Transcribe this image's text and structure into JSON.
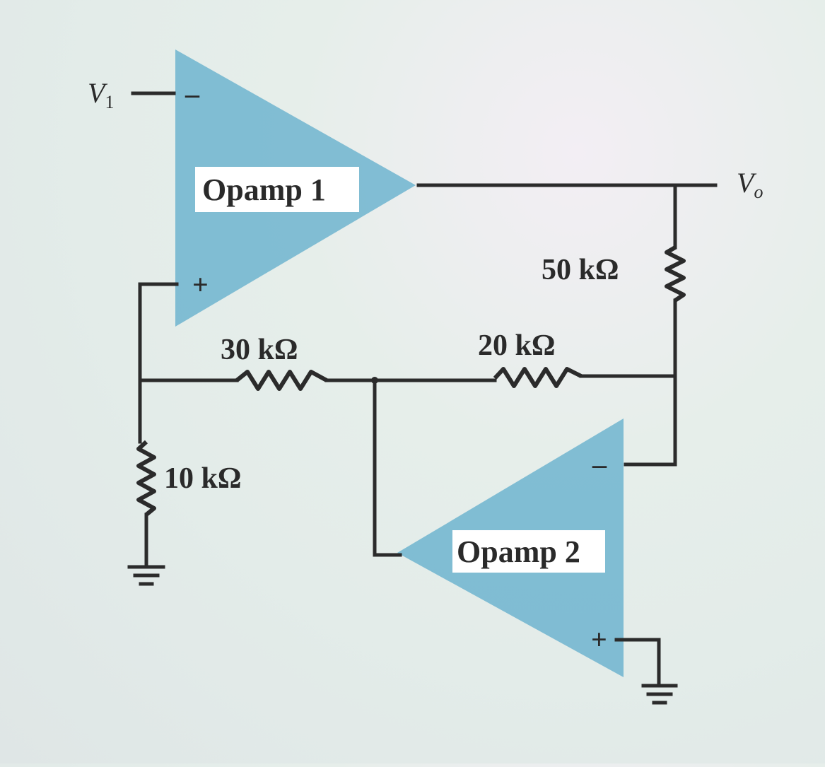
{
  "circuit": {
    "input_label": "V",
    "input_subscript": "1",
    "output_label": "V",
    "output_subscript": "o",
    "opamp1": {
      "label": "Opamp 1",
      "minus": "–",
      "plus": "+"
    },
    "opamp2": {
      "label": "Opamp 2",
      "minus": "–",
      "plus": "+"
    },
    "resistors": {
      "r50": "50 kΩ",
      "r30": "30 kΩ",
      "r20": "20 kΩ",
      "r10": "10 kΩ"
    },
    "colors": {
      "opamp_fill": "#6fb4cf",
      "wire": "#2b2b2b",
      "label_bg": "#ffffff"
    }
  }
}
